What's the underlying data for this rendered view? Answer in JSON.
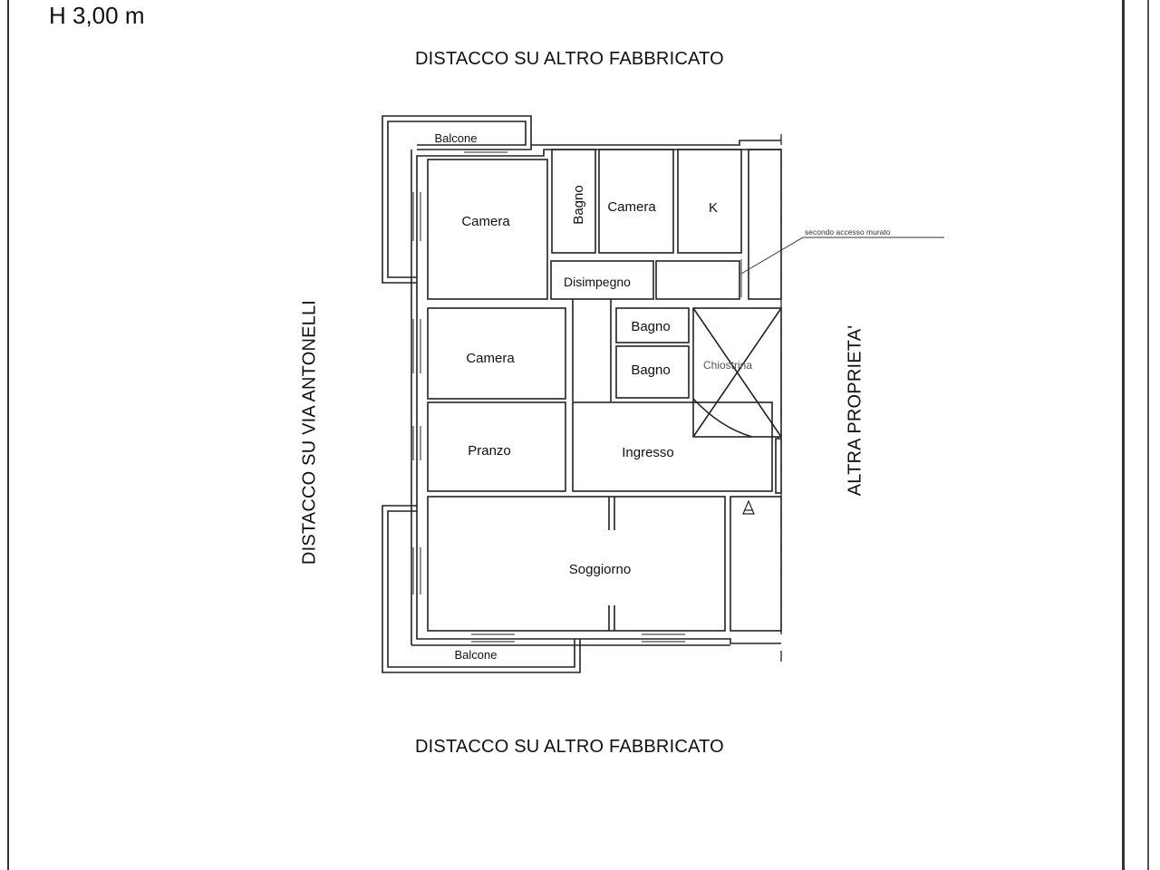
{
  "header": {
    "height": "H 3,00 m"
  },
  "surroundings": {
    "top": "DISTACCO SU ALTRO FABBRICATO",
    "bottom": "DISTACCO SU ALTRO FABBRICATO",
    "left": "DISTACCO SU VIA ANTONELLI",
    "right": "ALTRA PROPRIETA'"
  },
  "rooms": {
    "balcone_top": "Balcone",
    "camera_1": "Camera",
    "bagno_vertical": "Bagno",
    "camera_2": "Camera",
    "kitchen": "K",
    "disimpegno": "Disimpegno",
    "bagno_1": "Bagno",
    "bagno_2": "Bagno",
    "chiostrina": "Chiostrina",
    "camera_3": "Camera",
    "pranzo": "Pranzo",
    "ingresso": "Ingresso",
    "soggiorno": "Soggiorno",
    "balcone_bottom": "Balcone"
  },
  "annotations": {
    "walled_access": "secondo accesso murato"
  }
}
